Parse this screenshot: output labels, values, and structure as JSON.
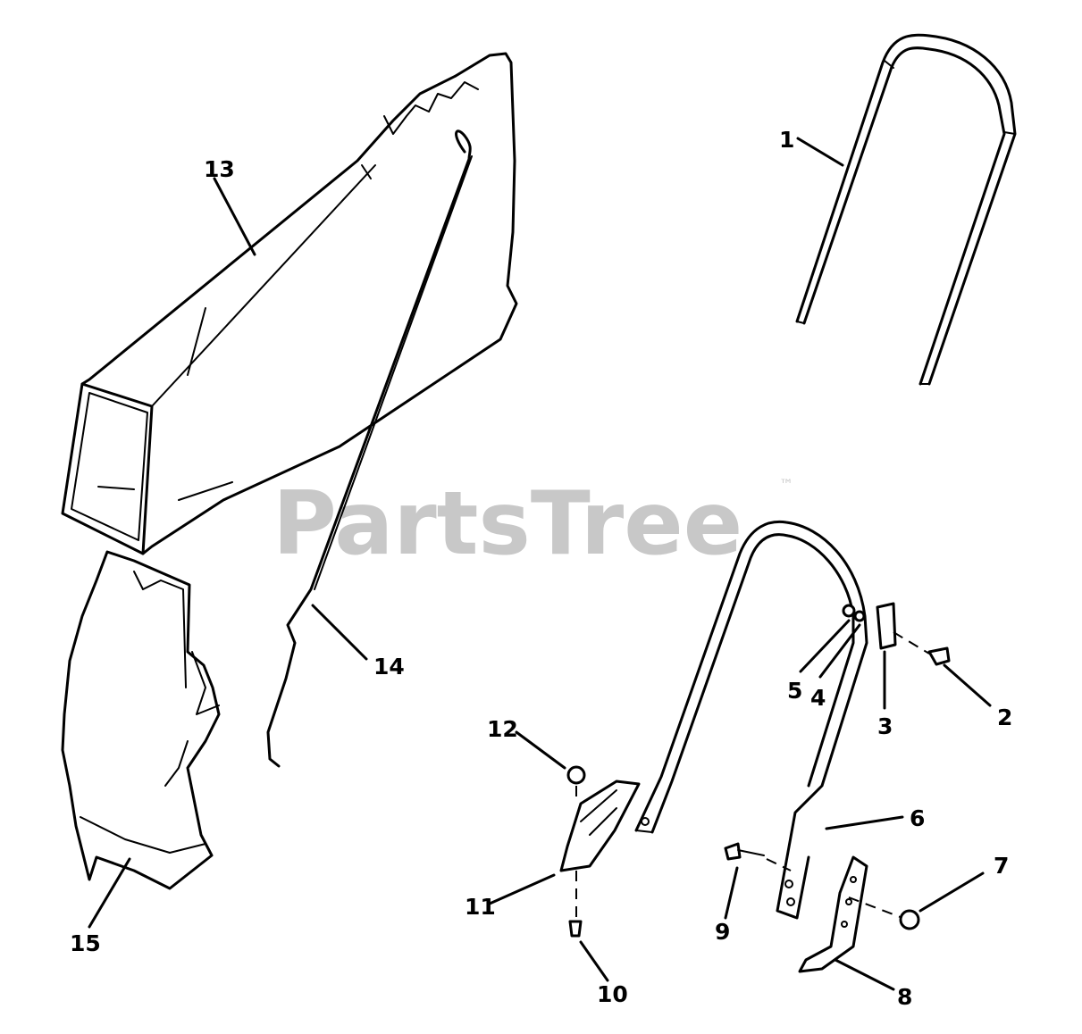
{
  "watermark": {
    "text": "PartsTree",
    "trademark": "™"
  },
  "callouts": [
    {
      "id": "1",
      "label": "1"
    },
    {
      "id": "2",
      "label": "2"
    },
    {
      "id": "3",
      "label": "3"
    },
    {
      "id": "4",
      "label": "4"
    },
    {
      "id": "5",
      "label": "5"
    },
    {
      "id": "6",
      "label": "6"
    },
    {
      "id": "7",
      "label": "7"
    },
    {
      "id": "8",
      "label": "8"
    },
    {
      "id": "9",
      "label": "9"
    },
    {
      "id": "10",
      "label": "10"
    },
    {
      "id": "11",
      "label": "11"
    },
    {
      "id": "12",
      "label": "12"
    },
    {
      "id": "13",
      "label": "13"
    },
    {
      "id": "14",
      "label": "14"
    },
    {
      "id": "15",
      "label": "15"
    }
  ]
}
